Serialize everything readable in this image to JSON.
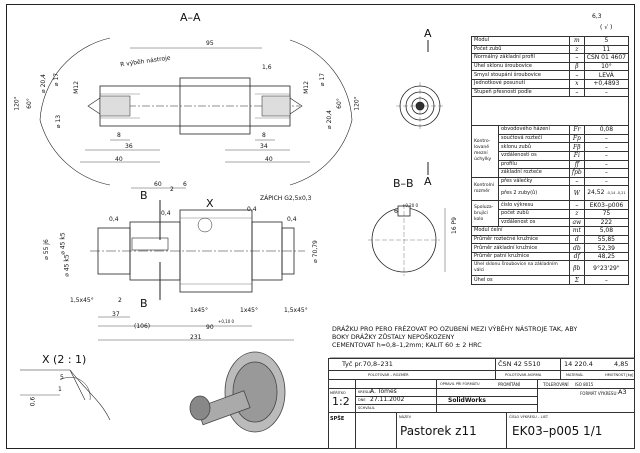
{
  "views": {
    "section_aa": "A–A",
    "section_bb": "B–B",
    "detail_x": "X (2 : 1)",
    "marker_a_top": "A",
    "marker_a_bottom": "A",
    "marker_b_top": "B",
    "marker_b_bottom": "B",
    "marker_x": "X",
    "roughness": "6,3",
    "roughness_suffix": "( √ )"
  },
  "dims": {
    "aa": {
      "d95": "95",
      "d1_6": "1,6",
      "tool_note": "R výběh nástroje",
      "d34": "34",
      "d36": "36",
      "d40": "40",
      "d40b": "40",
      "d8": "8",
      "d8b": "8",
      "m12": "M12",
      "m12b": "M12",
      "ang120": "120°",
      "ang60": "60°",
      "ang120b": "120°",
      "ang60b": "60°",
      "d20_4": "⌀ 20,4",
      "d20_4b": "⌀ 20,4",
      "d17": "⌀ 17",
      "d17b": "⌀ 17",
      "d13": "⌀ 13"
    },
    "main": {
      "d60": "60",
      "d6": "6",
      "d0_4": "0,4",
      "d0_4b": "0,4",
      "d0_4c": "0,4",
      "d0_4d": "0,4",
      "d45": "⌀ 45 k5",
      "d55": "⌀ 55 j6",
      "d45b": "⌀ 45 k5",
      "d70": "⌀ 70,79",
      "zapich": "ZÁPICH G2,5x0,3",
      "ch1": "1,5x45°",
      "ch2": "1x45°",
      "ch3": "1x45°",
      "ch4": "1,5x45°",
      "d2": "2",
      "d37": "37",
      "d106": "(106)",
      "d90": "90",
      "d90tol": "+0,10 0",
      "d231": "231",
      "d2b": "2"
    },
    "bb": {
      "p9": "16 P9",
      "d6": "6",
      "d6tol": "+0,20 0"
    },
    "detail": {
      "d5": "5",
      "d0_6": "0,6",
      "d1": "1"
    }
  },
  "spec_table": [
    {
      "label": "Modul",
      "sym": "m",
      "val": "5"
    },
    {
      "label": "Počet zubů",
      "sym": "z",
      "val": "11"
    },
    {
      "label": "Normálný základní profil",
      "sym": "–",
      "val": "ČSN 01 4607"
    },
    {
      "label": "Úhel sklonu šroubovice",
      "sym": "β",
      "val": "10°"
    },
    {
      "label": "Smysl stoupání šroubovice",
      "sym": "–",
      "val": "LEVÁ"
    },
    {
      "label": "Jednotkové posunutí",
      "sym": "x",
      "val": "+0,4893"
    },
    {
      "label": "Stupeň přesnosti podle",
      "sym": "–",
      "val": "–"
    }
  ],
  "control": {
    "group": "Kontro- lované mezní úchylky",
    "rows": [
      {
        "label": "obvodového házení",
        "sym": "Fr",
        "val": "0,08"
      },
      {
        "label": "součtová roztečí",
        "sym": "Fp",
        "val": "–"
      },
      {
        "label": "sklonu zubů",
        "sym": "Fβ",
        "val": "–"
      },
      {
        "label": "vzdálenosti os",
        "sym": "Fi",
        "val": "–"
      },
      {
        "label": "profilu",
        "sym": "ff",
        "val": "–"
      },
      {
        "label": "základní rozteče",
        "sym": "fpb",
        "val": "–"
      }
    ]
  },
  "control_size": {
    "group": "Kontrolní rozměr",
    "r1": "přes válečky",
    "r1sym": "–",
    "r1val": "–",
    "r2": "přes  2  zuby(ů)",
    "r2sym": "W",
    "r2val": "24,52",
    "r2tol": "-0,14 -0,21"
  },
  "mating": {
    "group": "Spoluza- brující kolo",
    "rows": [
      {
        "label": "číslo výkresu",
        "sym": "–",
        "val": "EK03–p006"
      },
      {
        "label": "počet zubů",
        "sym": "z",
        "val": "75"
      },
      {
        "label": "vzdálenost os",
        "sym": "aw",
        "val": "222"
      }
    ]
  },
  "diam_rows": [
    {
      "label": "Modul čelní",
      "sym": "mt",
      "val": "5,08"
    },
    {
      "label": "Průměr roztečné kružnice",
      "sym": "d",
      "val": "55,85"
    },
    {
      "label": "Průměr základní kružnice",
      "sym": "db",
      "val": "52,39"
    },
    {
      "label": "Průměr patní kružnice",
      "sym": "df",
      "val": "48,25"
    },
    {
      "label": "Úhel sklonu šroubovice na základním válci",
      "sym": "βb",
      "val": "9°23'29\""
    },
    {
      "label": "Úhel os",
      "sym": "Σ",
      "val": "–"
    }
  ],
  "notes": [
    "DRÁŽKU PRO PERO FRÉZOVAT PO OZUBENÍ MEZI VÝBĚHY NÁSTROJE TAK, ABY",
    "BOKY DRÁŽKY ZŮSTALY NEPOŠKOZENY",
    "CEMENTOVAT h=0,8–1,2mm; KALIT 60 ± 2 HRC"
  ],
  "titleblock": {
    "semi": "Tyč pr.70,8–231",
    "norm": "ČSN 42 5510",
    "material": "14 220.4",
    "mass": "4,85",
    "h_semi": "POLOTOVAR – ROZMĚR",
    "h_norm": "POLOTOVAR–NORMA",
    "h_mat": "MATERIÁL",
    "h_mass": "HMOTNOST [kg]",
    "promitani": "PROMÍTÁNÍ",
    "tolerovani": "TOLEROVÁNÍ",
    "tol_val": "ISO 8015",
    "format": "FORMÁT VÝKRESU:",
    "format_val": "A3",
    "mer": "MĚŘÍTKO",
    "scale": "1:2",
    "kreslil": "KRESLIL",
    "author": "A. Tomeš",
    "date_label": "DNE",
    "date": "27.11.2002",
    "schvalil": "SCHVÁLIL",
    "software": "SolidWorks",
    "opravil": "OPRAVIL PŘI FORMÁTU",
    "title": "Pastorek z11",
    "drawing_no": "EK03–p005 1/1",
    "nazev": "NÁZEV",
    "cislo": "ČÍSLO VÝKRESU – LIST",
    "sfe": "SPŠE"
  }
}
